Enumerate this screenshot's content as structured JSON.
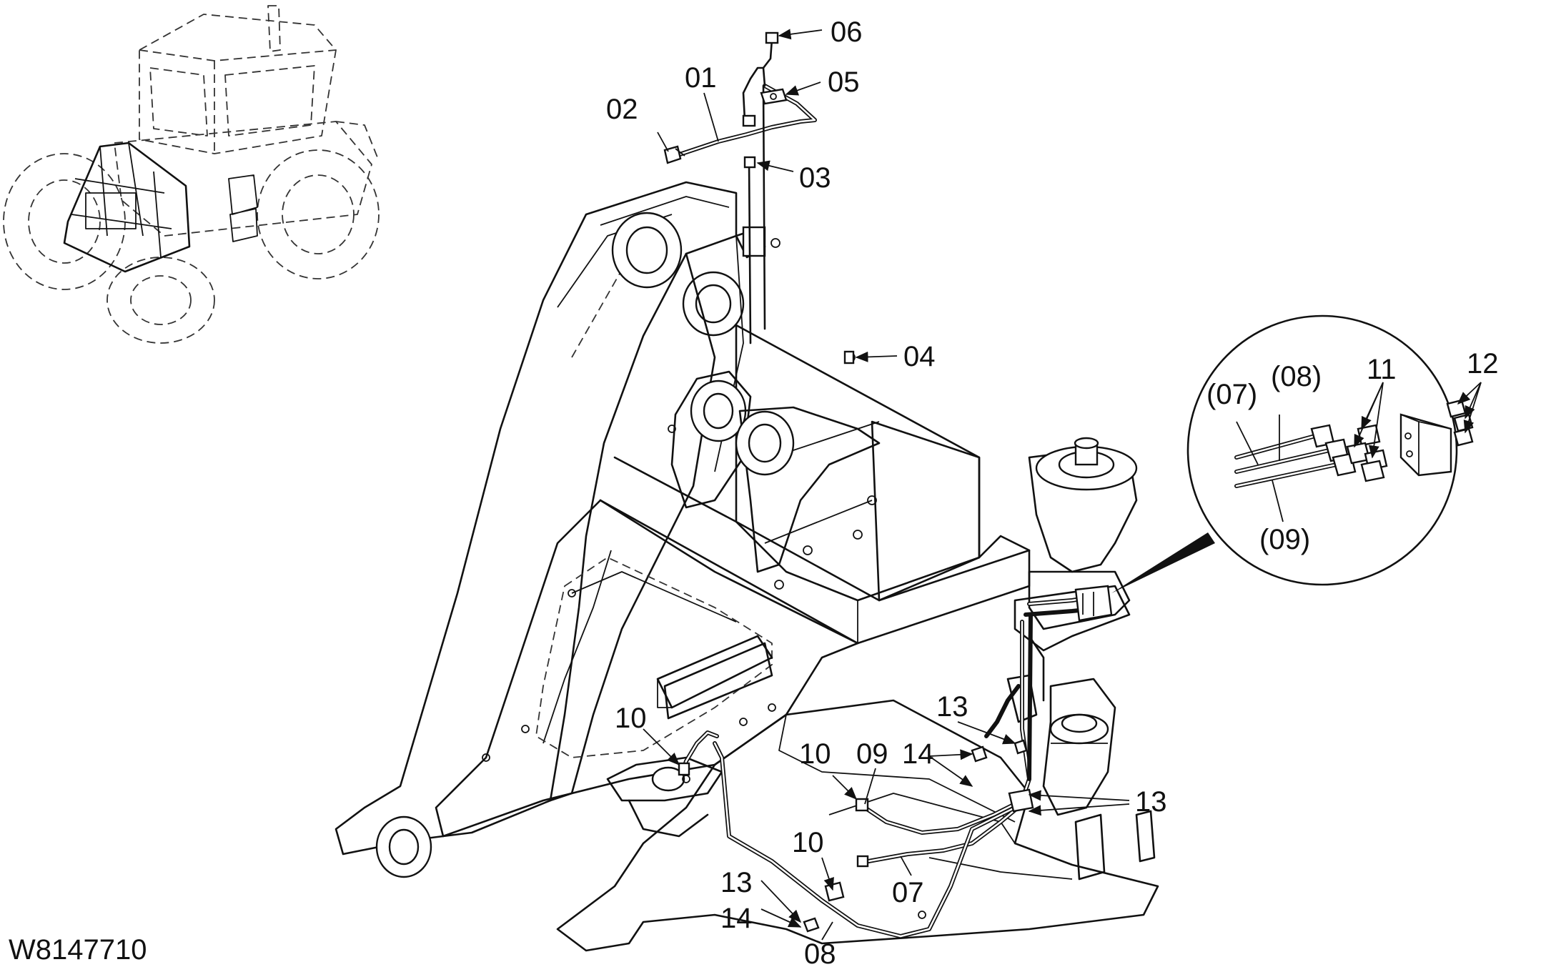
{
  "drawing_code": "W8147710",
  "callouts": {
    "c01": "01",
    "c02": "02",
    "c03": "03",
    "c04": "04",
    "c05": "05",
    "c06": "06",
    "c07": "07",
    "c08": "08",
    "c09": "09",
    "c10a": "10",
    "c10b": "10",
    "c10c": "10",
    "c13a": "13",
    "c13b": "13",
    "c13c": "13",
    "c14a": "14",
    "c14b": "14"
  },
  "detail": {
    "c07": "(07)",
    "c08": "(08)",
    "c09": "(09)",
    "c11": "11",
    "c12": "12"
  }
}
